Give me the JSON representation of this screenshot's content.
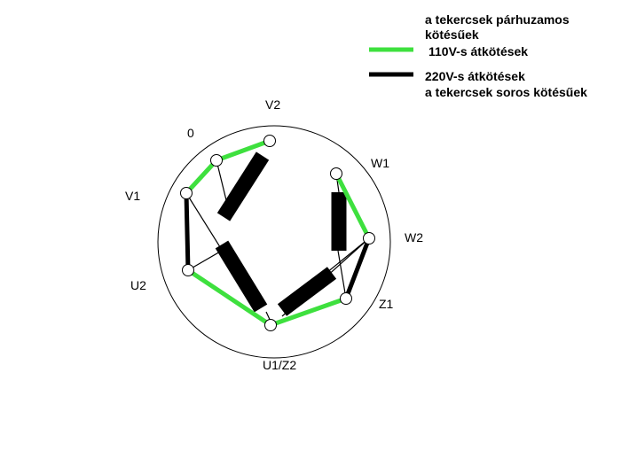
{
  "colors": {
    "parallel_link": "#3ee03e",
    "series_link": "#000000",
    "coil": "#000000",
    "background": "#ffffff"
  },
  "legend": {
    "parallel_line1": "a tekercsek párhuzamos",
    "parallel_line2": "kötésűek",
    "parallel_line3": "110V-s átkötések",
    "series_line1": "220V-s átkötések",
    "series_line2": "a tekercsek soros kötésűek"
  },
  "terminals": {
    "zero": "0",
    "v2": "V2",
    "v1": "V1",
    "w1": "W1",
    "w2": "W2",
    "u2": "U2",
    "z1": "Z1",
    "u1z2": "U1/Z2"
  }
}
